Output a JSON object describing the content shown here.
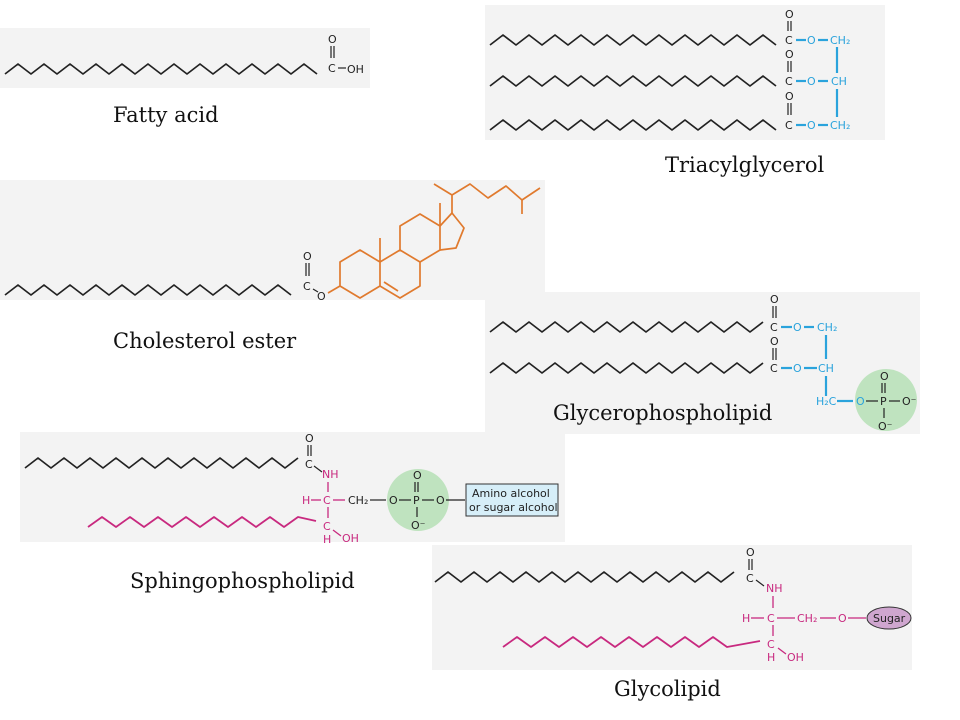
{
  "labels": {
    "fatty_acid": "Fatty acid",
    "triacylglycerol": "Triacylglycerol",
    "cholesterol_ester": "Cholesterol ester",
    "glycerophospholipid": "Glycerophospholipid",
    "sphingophospholipid": "Sphingophospholipid",
    "glycolipid": "Glycolipid"
  },
  "atoms": {
    "O": "O",
    "OH": "OH",
    "C": "C",
    "CH2": "CH₂",
    "CH": "CH",
    "H2C": "H₂C",
    "P": "P",
    "O_minus": "O⁻",
    "NH": "NH",
    "H": "H",
    "OH2": "OH"
  },
  "boxes": {
    "amino_alcohol_line1": "Amino alcohol",
    "amino_alcohol_line2": "or sugar alcohol",
    "sugar": "Sugar"
  },
  "colors": {
    "glycerol": "#2aa3dc",
    "sphingosine": "#c8297f",
    "cholesterol": "#e07a2e",
    "phosphate_circle": "#bfe3bf",
    "amino_box": "#d6eef8",
    "sugar_oval": "#cfa6cf"
  }
}
